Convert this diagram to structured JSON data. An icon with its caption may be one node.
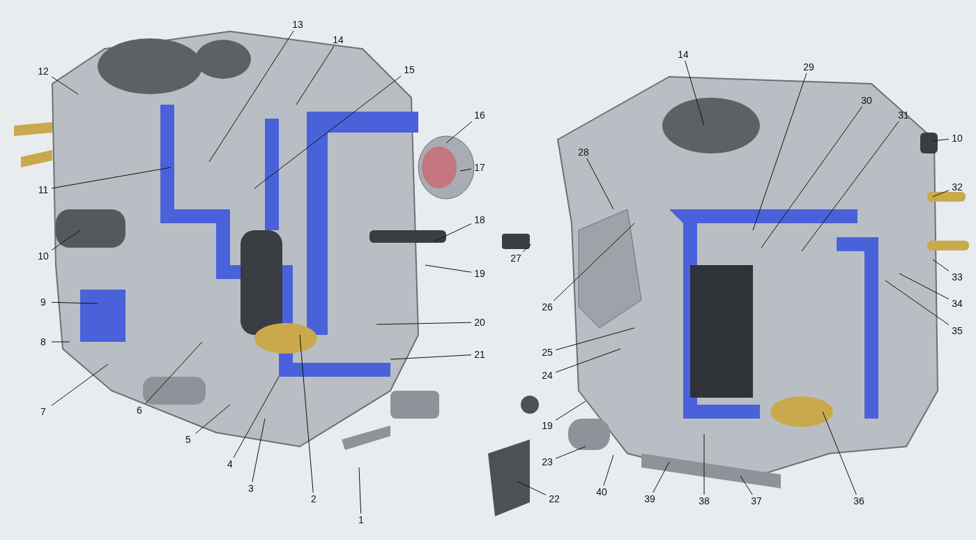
{
  "diagram": {
    "nodes": [
      {
        "text": [
          "13"
        ]
      },
      {
        "text": [
          "14"
        ]
      },
      {
        "text": [
          "15"
        ]
      },
      {
        "text": [
          "12"
        ]
      },
      {
        "text": [
          "16"
        ]
      },
      {
        "text": [
          "17"
        ]
      },
      {
        "text": [
          "11"
        ]
      },
      {
        "text": [
          "18"
        ]
      },
      {
        "text": [
          "10"
        ]
      },
      {
        "text": [
          "19"
        ]
      },
      {
        "text": [
          "9"
        ]
      },
      {
        "text": [
          "20"
        ]
      },
      {
        "text": [
          "8"
        ]
      },
      {
        "text": [
          "21"
        ]
      },
      {
        "text": [
          "7"
        ]
      },
      {
        "text": [
          "6"
        ]
      },
      {
        "text": [
          "5"
        ]
      },
      {
        "text": [
          "4"
        ]
      },
      {
        "text": [
          "3"
        ]
      },
      {
        "text": [
          "2"
        ]
      },
      {
        "text": [
          "1"
        ]
      },
      {
        "text": [
          "22"
        ]
      },
      {
        "text": [
          "14"
        ]
      },
      {
        "text": [
          "29"
        ]
      },
      {
        "text": [
          "30"
        ]
      },
      {
        "text": [
          "31"
        ]
      },
      {
        "text": [
          "10"
        ]
      },
      {
        "text": [
          "28"
        ]
      },
      {
        "text": [
          "32"
        ]
      },
      {
        "text": [
          "27"
        ]
      },
      {
        "text": [
          "33"
        ]
      },
      {
        "text": [
          "26"
        ]
      },
      {
        "text": [
          "34"
        ]
      },
      {
        "text": [
          "35"
        ]
      },
      {
        "text": [
          "25"
        ]
      },
      {
        "text": [
          "24"
        ]
      },
      {
        "text": [
          "19"
        ]
      },
      {
        "text": [
          "23"
        ]
      },
      {
        "text": [
          "40"
        ]
      },
      {
        "text": [
          "39"
        ]
      },
      {
        "text": [
          "38"
        ]
      },
      {
        "text": [
          "37"
        ]
      },
      {
        "text": [
          "36"
        ]
      }
    ],
    "edges": [
      {
        "from": 0,
        "to": null,
        "arrow": "none"
      },
      {
        "from": 1,
        "to": null,
        "arrow": "none"
      },
      {
        "from": 2,
        "to": null,
        "arrow": "none"
      },
      {
        "from": 3,
        "to": null,
        "arrow": "none"
      },
      {
        "from": 4,
        "to": null,
        "arrow": "none"
      },
      {
        "from": 5,
        "to": null,
        "arrow": "none"
      },
      {
        "from": 6,
        "to": null,
        "arrow": "none"
      },
      {
        "from": 7,
        "to": null,
        "arrow": "none"
      },
      {
        "from": 8,
        "to": null,
        "arrow": "none"
      },
      {
        "from": 9,
        "to": null,
        "arrow": "none"
      },
      {
        "from": 10,
        "to": null,
        "arrow": "none"
      },
      {
        "from": 11,
        "to": null,
        "arrow": "none"
      },
      {
        "from": 12,
        "to": null,
        "arrow": "none"
      },
      {
        "from": 13,
        "to": null,
        "arrow": "none"
      },
      {
        "from": 14,
        "to": null,
        "arrow": "none"
      },
      {
        "from": 15,
        "to": null,
        "arrow": "none"
      },
      {
        "from": 16,
        "to": null,
        "arrow": "none"
      },
      {
        "from": 17,
        "to": null,
        "arrow": "none"
      },
      {
        "from": 18,
        "to": null,
        "arrow": "none"
      },
      {
        "from": 19,
        "to": null,
        "arrow": "none"
      },
      {
        "from": 20,
        "to": null,
        "arrow": "none"
      },
      {
        "from": 21,
        "to": null,
        "arrow": "none"
      },
      {
        "from": 22,
        "to": null,
        "arrow": "none"
      },
      {
        "from": 23,
        "to": null,
        "arrow": "none"
      },
      {
        "from": 24,
        "to": null,
        "arrow": "none"
      },
      {
        "from": 25,
        "to": null,
        "arrow": "none"
      },
      {
        "from": 26,
        "to": null,
        "arrow": "none"
      },
      {
        "from": 27,
        "to": null,
        "arrow": "none"
      },
      {
        "from": 28,
        "to": null,
        "arrow": "none"
      },
      {
        "from": 29,
        "to": null,
        "arrow": "none"
      },
      {
        "from": 30,
        "to": null,
        "arrow": "none"
      },
      {
        "from": 31,
        "to": null,
        "arrow": "none"
      },
      {
        "from": 32,
        "to": null,
        "arrow": "none"
      },
      {
        "from": 33,
        "to": null,
        "arrow": "none"
      },
      {
        "from": 34,
        "to": null,
        "arrow": "none"
      },
      {
        "from": 35,
        "to": null,
        "arrow": "none"
      },
      {
        "from": 36,
        "to": null,
        "arrow": "none"
      },
      {
        "from": 37,
        "to": null,
        "arrow": "none"
      },
      {
        "from": 38,
        "to": null,
        "arrow": "none"
      },
      {
        "from": 39,
        "to": null,
        "arrow": "none"
      },
      {
        "from": 40,
        "to": null,
        "arrow": "none"
      },
      {
        "from": 41,
        "to": null,
        "arrow": "none"
      },
      {
        "from": 42,
        "to": null,
        "arrow": "none"
      }
    ]
  }
}
